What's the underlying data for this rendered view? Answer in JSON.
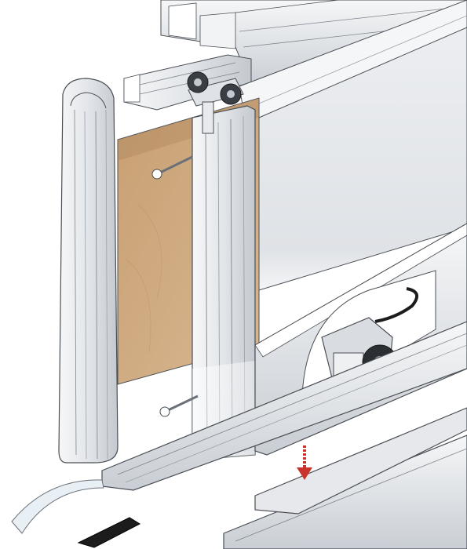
{
  "diagram": {
    "labels": [],
    "colors": {
      "aluminium_light": "#eef0f2",
      "aluminium_mid": "#d3d7dc",
      "aluminium_dark": "#9aa1a9",
      "outline": "#4a4f55",
      "wood": "#c9a57c",
      "wood_dark": "#b08a60",
      "panel_grey": "#e3e5e8",
      "panel_shadow": "#c7cbd0",
      "arrow_red": "#c8332b",
      "black_part": "#1c1c1c",
      "screw": "#6b7179"
    },
    "components": [
      "top-track",
      "top-rail-profile",
      "top-roller-assembly",
      "side-handle-profile-left",
      "wood-door-panel",
      "vertical-door-profile",
      "grey-door-panel",
      "bottom-door-rail",
      "bottom-roller-wheel",
      "mounting-screw",
      "bottom-track",
      "cover-strip",
      "insertion-arrow",
      "clear-seal-strip",
      "black-end-clip"
    ]
  }
}
